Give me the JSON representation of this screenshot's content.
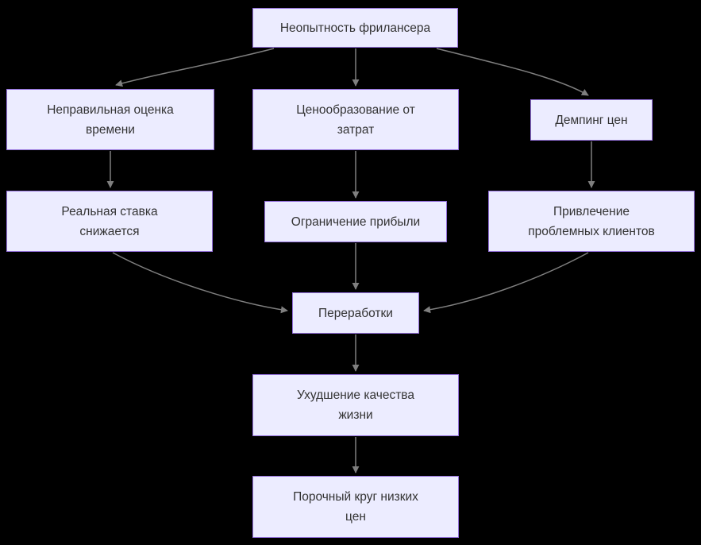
{
  "theme": {
    "background": "#000000",
    "node_fill": "#ececff",
    "node_border": "#9370db",
    "node_text": "#333333",
    "edge_color": "#7f7f7f"
  },
  "diagram": {
    "type": "flowchart",
    "direction": "top-down",
    "nodes": [
      {
        "id": "inexperience",
        "label": "Неопытность фрилансера"
      },
      {
        "id": "time-estimate",
        "label": "Неправильная оценка\nвремени"
      },
      {
        "id": "cost-pricing",
        "label": "Ценообразование от\nзатрат"
      },
      {
        "id": "price-dumping",
        "label": "Демпинг цен"
      },
      {
        "id": "rate-drop",
        "label": "Реальная ставка\nснижается"
      },
      {
        "id": "profit-limit",
        "label": "Ограничение прибыли"
      },
      {
        "id": "problem-clients",
        "label": "Привлечение\nпроблемных клиентов"
      },
      {
        "id": "overwork",
        "label": "Переработки"
      },
      {
        "id": "life-quality",
        "label": "Ухудшение качества\nжизни"
      },
      {
        "id": "vicious-circle",
        "label": "Порочный круг низких\nцен"
      }
    ],
    "edges": [
      {
        "from": "inexperience",
        "to": "time-estimate"
      },
      {
        "from": "inexperience",
        "to": "cost-pricing"
      },
      {
        "from": "inexperience",
        "to": "price-dumping"
      },
      {
        "from": "time-estimate",
        "to": "rate-drop"
      },
      {
        "from": "cost-pricing",
        "to": "profit-limit"
      },
      {
        "from": "price-dumping",
        "to": "problem-clients"
      },
      {
        "from": "rate-drop",
        "to": "overwork"
      },
      {
        "from": "profit-limit",
        "to": "overwork"
      },
      {
        "from": "problem-clients",
        "to": "overwork"
      },
      {
        "from": "overwork",
        "to": "life-quality"
      },
      {
        "from": "life-quality",
        "to": "vicious-circle"
      }
    ]
  }
}
